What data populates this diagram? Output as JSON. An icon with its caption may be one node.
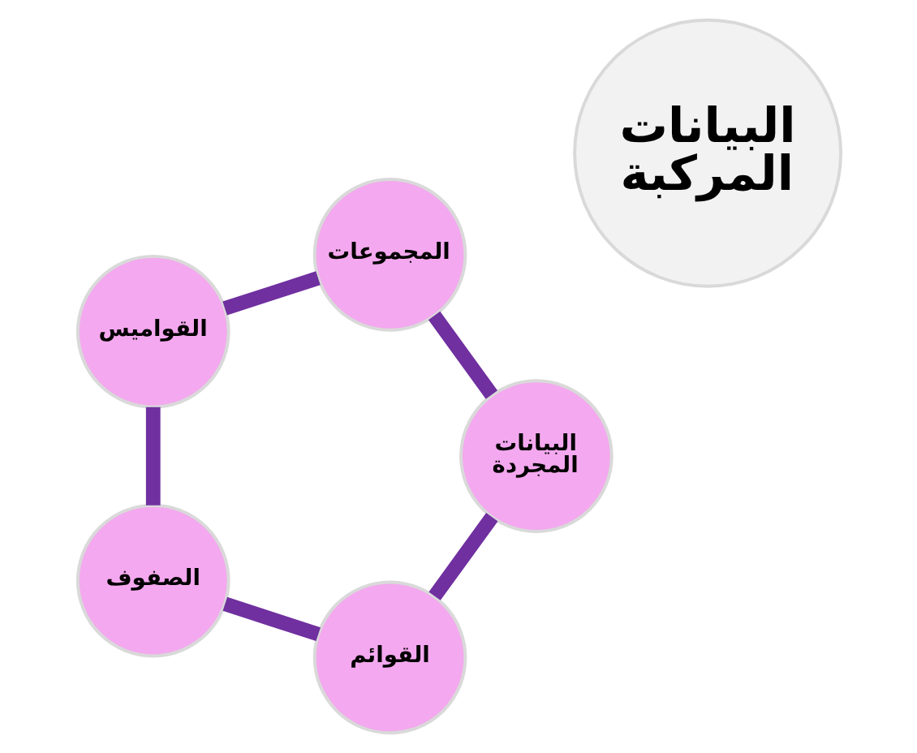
{
  "diagram": {
    "nodes": [
      {
        "text": [
          "القوائم"
        ]
      },
      {
        "text": [
          "الصفوف"
        ]
      },
      {
        "text": [
          "القواميس"
        ]
      },
      {
        "text": [
          "المجموعات"
        ]
      },
      {
        "text": [
          "البيانات المجردة"
        ]
      },
      {
        "text": [
          "البيانات المركبة"
        ]
      }
    ],
    "edges": [
      {
        "from": 0,
        "to": 1,
        "arrow": "none"
      },
      {
        "from": 1,
        "to": 2,
        "arrow": "none"
      },
      {
        "from": 2,
        "to": 3,
        "arrow": "none"
      },
      {
        "from": 3,
        "to": 4,
        "arrow": "none"
      },
      {
        "from": 4,
        "to": 0,
        "arrow": "none"
      }
    ]
  }
}
